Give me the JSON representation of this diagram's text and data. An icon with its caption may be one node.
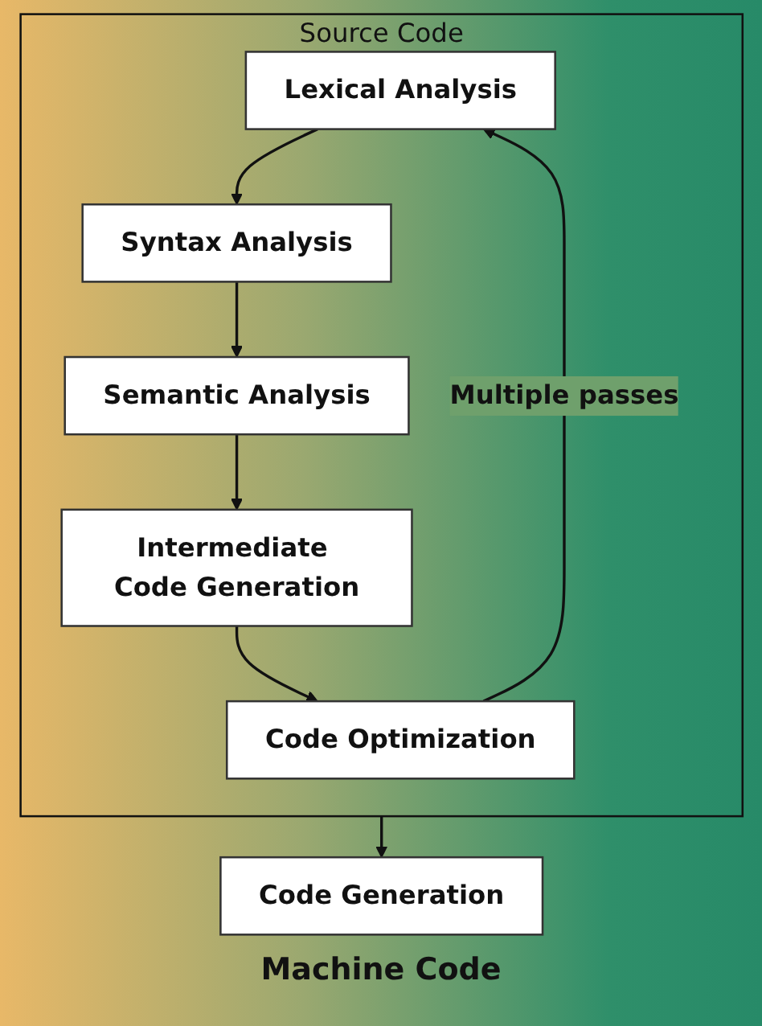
{
  "diagram": {
    "nodes": [
      {
        "text": [
          "Source Code"
        ]
      },
      {
        "text": [
          "Lexical Analysis"
        ],
        "in": 0
      },
      {
        "text": [
          "Syntax Analysis"
        ],
        "in": 0
      },
      {
        "text": [
          "Semantic Analysis"
        ],
        "in": 0
      },
      {
        "text": [
          "Intermediate Code Generation"
        ],
        "in": 0
      },
      {
        "text": [
          "Code Optimization"
        ],
        "in": 0
      },
      {
        "text": [
          "Code Generation"
        ],
        "beside": [
          "Machine Code"
        ]
      }
    ],
    "edges": [
      {
        "from": 1,
        "to": 2,
        "arrow": "to"
      },
      {
        "from": 2,
        "to": 3,
        "arrow": "to"
      },
      {
        "from": 3,
        "to": 4,
        "arrow": "to"
      },
      {
        "from": 4,
        "to": 5,
        "arrow": "to"
      },
      {
        "from": 5,
        "to": 1,
        "arrow": "to",
        "label": "Multiple passes"
      },
      {
        "from": 0,
        "to": 6,
        "arrow": "to"
      }
    ]
  }
}
